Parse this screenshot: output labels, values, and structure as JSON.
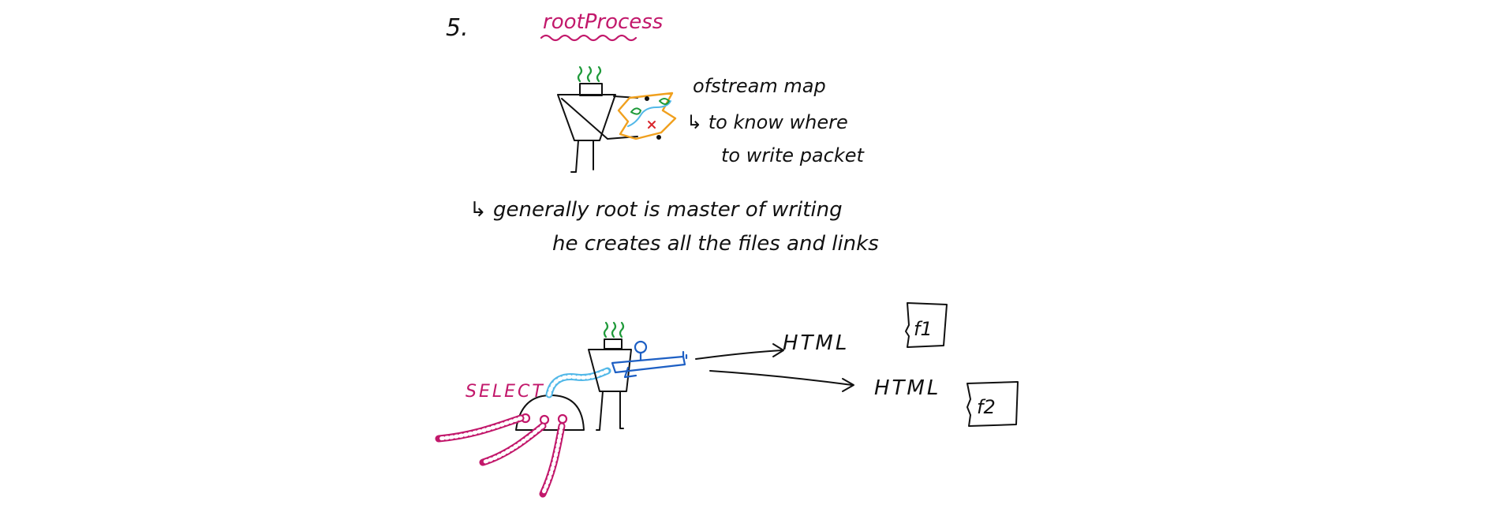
{
  "section": {
    "number": "5.",
    "title": "rootProcess"
  },
  "map_notes": {
    "line1": "ofstream map",
    "line2": "↳ to know where",
    "line3": "to write packet"
  },
  "root_notes": {
    "line1": "↳ generally root is master of writing",
    "line2": "he creates all the files and links"
  },
  "bottom_diagram": {
    "select_label": "SELECT",
    "output1_label": "HTML",
    "output2_label": "HTML",
    "file1_label": "f1",
    "file2_label": "f2"
  },
  "colors": {
    "ink": "#111111",
    "magenta": "#c2186b",
    "green": "#1f9a3a",
    "orange": "#f0a01e",
    "light_blue": "#52b8e8",
    "blue": "#1d5fc4"
  }
}
